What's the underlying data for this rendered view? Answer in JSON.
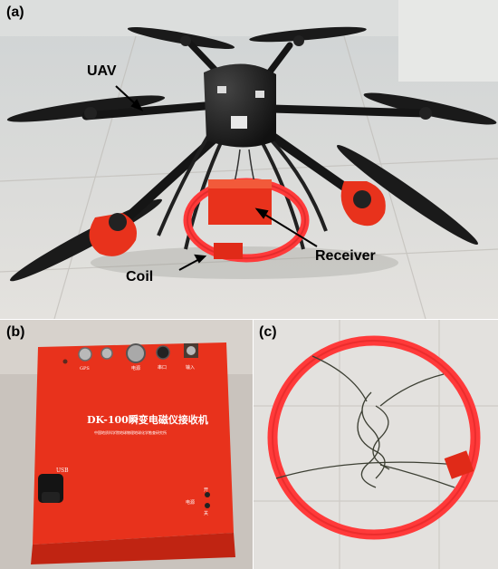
{
  "panel_a": {
    "label": "(a)",
    "callouts": {
      "uav": "UAV",
      "coil": "Coil",
      "receiver": "Receiver"
    }
  },
  "panel_b": {
    "label": "(b)",
    "device_title": "DK-100瞬变电磁仪接收机",
    "device_subtitle": "中国地质科学院地球物理地球化学勘查研究所",
    "port_labels": [
      "GPS",
      "电源",
      "串口",
      "输入"
    ],
    "usb_label": "USB",
    "switch_labels": {
      "power": "电源",
      "on": "开",
      "off": "关"
    }
  },
  "panel_c": {
    "label": "(c)"
  },
  "colors": {
    "red": "#e8321c",
    "coil_red": "#ff3a3a",
    "drone_black": "#1c1c1c",
    "floor": "#d9d6d2"
  }
}
